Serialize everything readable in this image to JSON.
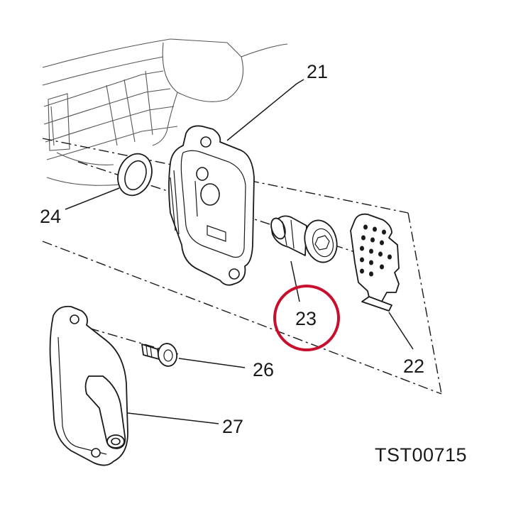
{
  "diagram": {
    "reference_code": "TST00715",
    "highlight_color": "#c8102e",
    "highlighted_part": "23",
    "callouts": [
      {
        "id": "21",
        "label": "21"
      },
      {
        "id": "22",
        "label": "22"
      },
      {
        "id": "23",
        "label": "23"
      },
      {
        "id": "24",
        "label": "24"
      },
      {
        "id": "26",
        "label": "26"
      },
      {
        "id": "27",
        "label": "27"
      }
    ]
  }
}
